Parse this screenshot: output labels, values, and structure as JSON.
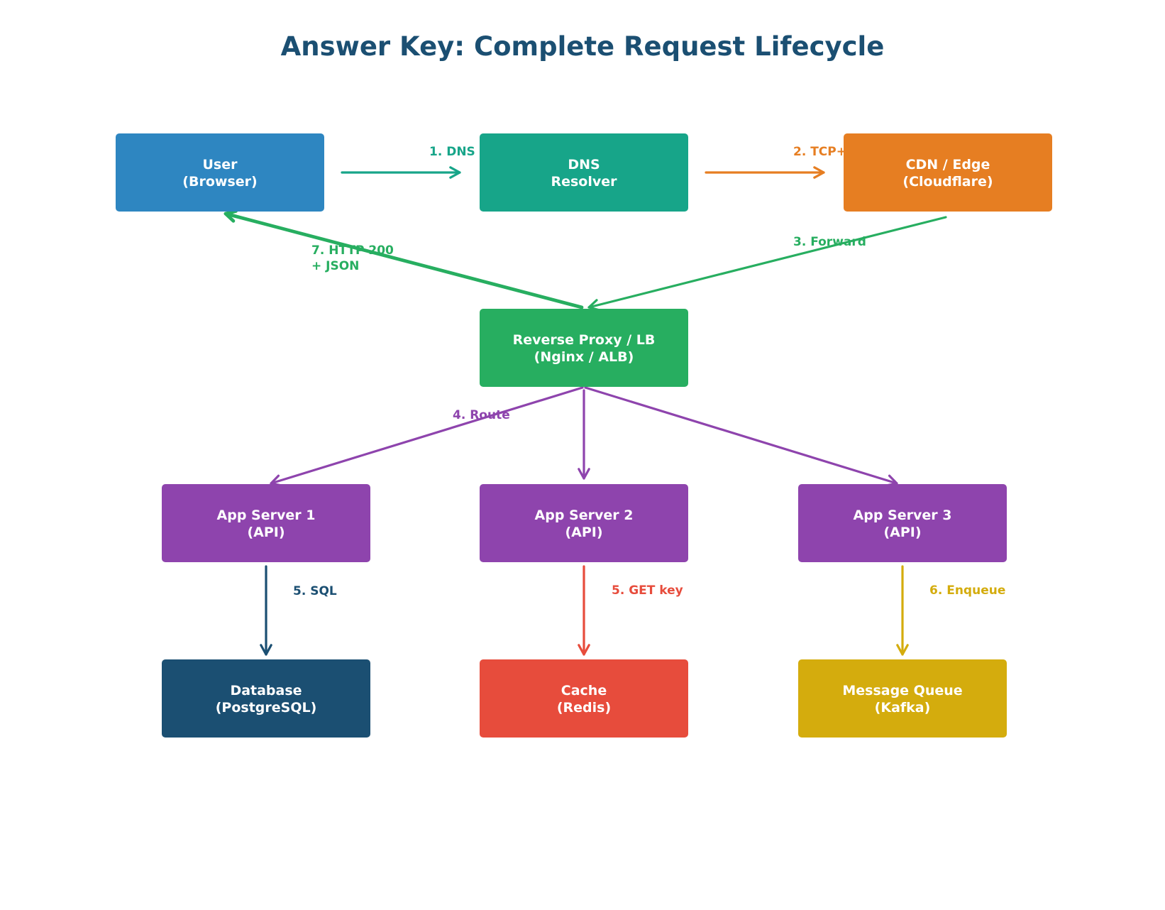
{
  "title": "Answer Key: Complete Request Lifecycle",
  "nodes": [
    {
      "id": "user",
      "lines": [
        "User",
        "(Browser)"
      ],
      "color": "#2e86c1"
    },
    {
      "id": "dns",
      "lines": [
        "DNS",
        "Resolver"
      ],
      "color": "#17a589"
    },
    {
      "id": "cdn",
      "lines": [
        "CDN / Edge",
        "(Cloudflare)"
      ],
      "color": "#e67e22"
    },
    {
      "id": "proxy",
      "lines": [
        "Reverse Proxy / LB",
        "(Nginx / ALB)"
      ],
      "color": "#27ae60"
    },
    {
      "id": "app1",
      "lines": [
        "App Server 1",
        "(API)"
      ],
      "color": "#8e44ad"
    },
    {
      "id": "app2",
      "lines": [
        "App Server 2",
        "(API)"
      ],
      "color": "#8e44ad"
    },
    {
      "id": "app3",
      "lines": [
        "App Server 3",
        "(API)"
      ],
      "color": "#8e44ad"
    },
    {
      "id": "db",
      "lines": [
        "Database",
        "(PostgreSQL)"
      ],
      "color": "#1b4f72"
    },
    {
      "id": "cache",
      "lines": [
        "Cache",
        "(Redis)"
      ],
      "color": "#e74c3c"
    },
    {
      "id": "mq",
      "lines": [
        "Message Queue",
        "(Kafka)"
      ],
      "color": "#d4ac0d"
    }
  ],
  "edges": [
    {
      "from": "user",
      "to": "dns",
      "label": [
        "1. DNS"
      ],
      "color": "#17a589"
    },
    {
      "from": "dns",
      "to": "cdn",
      "label": [
        "2. TCP+"
      ],
      "color": "#e67e22"
    },
    {
      "from": "cdn",
      "to": "proxy",
      "label": [
        "3. Forward"
      ],
      "color": "#27ae60"
    },
    {
      "from": "proxy",
      "to": "app1",
      "label": [
        "4. Route"
      ],
      "color": "#8e44ad"
    },
    {
      "from": "proxy",
      "to": "app2",
      "label": [],
      "color": "#8e44ad"
    },
    {
      "from": "proxy",
      "to": "app3",
      "label": [],
      "color": "#8e44ad"
    },
    {
      "from": "app1",
      "to": "db",
      "label": [
        "5. SQL"
      ],
      "color": "#1b4f72"
    },
    {
      "from": "app2",
      "to": "cache",
      "label": [
        "5. GET key"
      ],
      "color": "#e74c3c"
    },
    {
      "from": "app3",
      "to": "mq",
      "label": [
        "6. Enqueue"
      ],
      "color": "#d4ac0d"
    },
    {
      "from": "proxy",
      "to": "user",
      "label": [
        "7. HTTP 200",
        "+ JSON"
      ],
      "color": "#27ae60"
    }
  ]
}
